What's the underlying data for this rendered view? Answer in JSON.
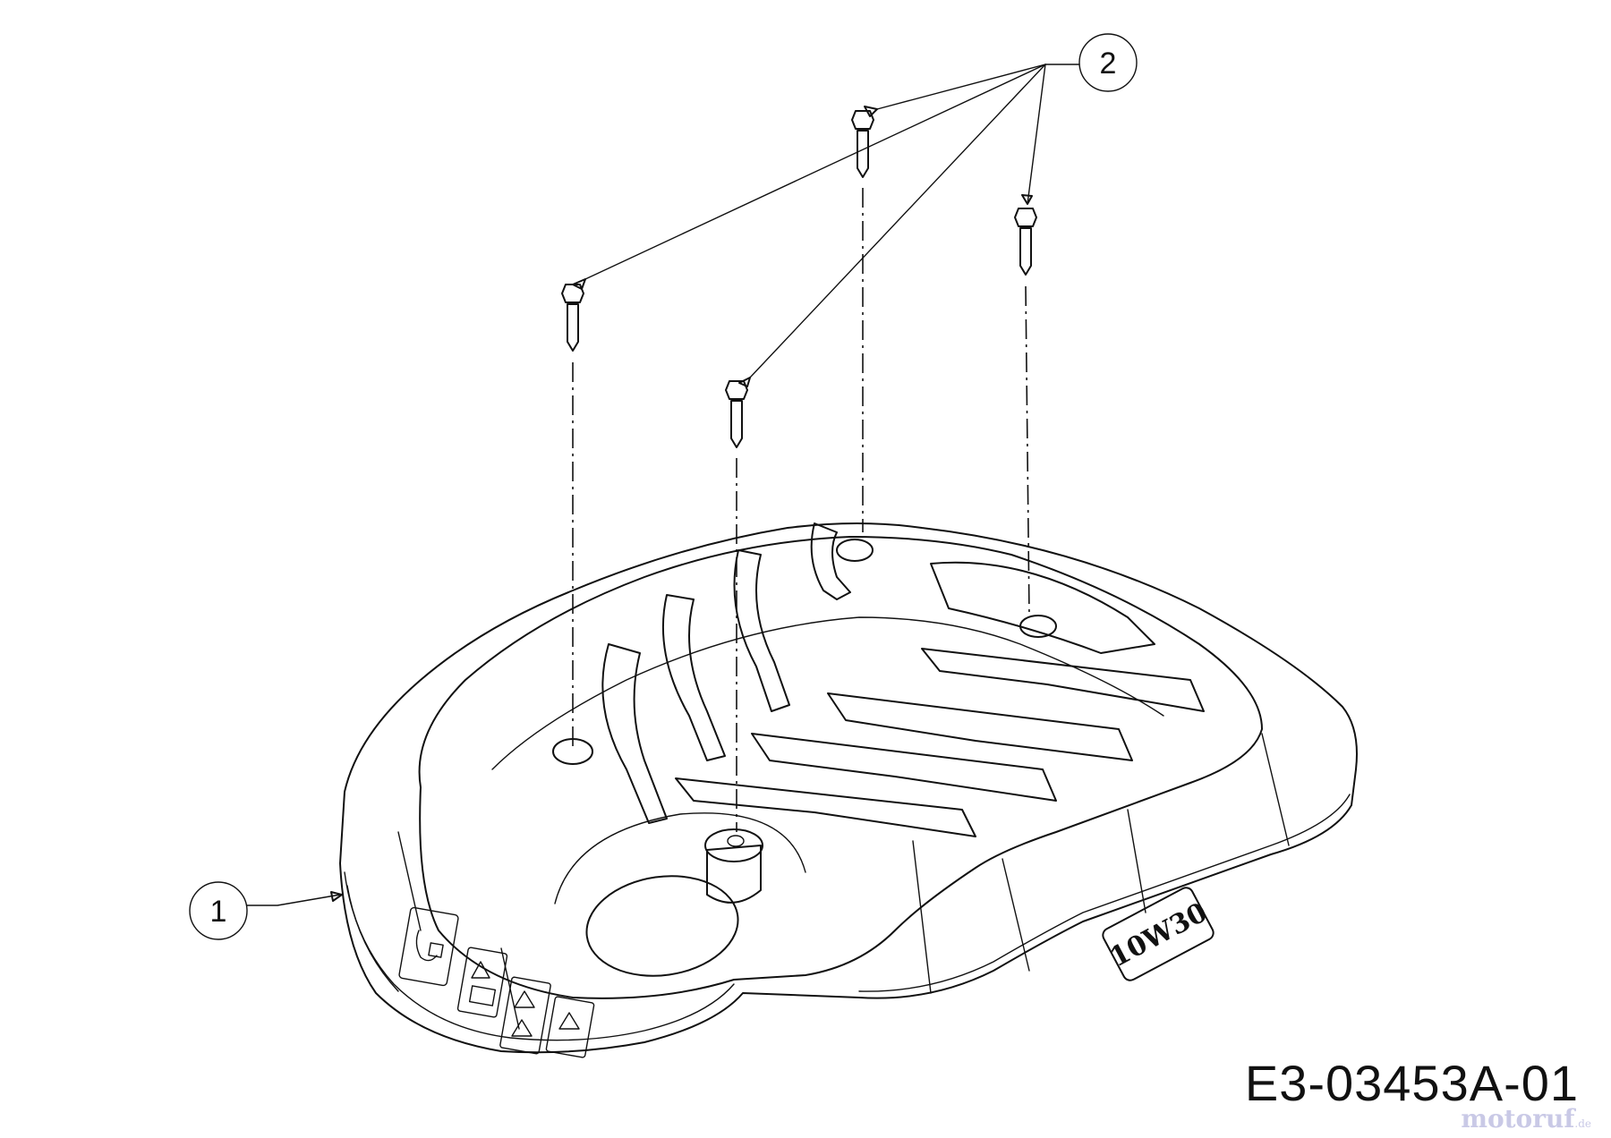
{
  "diagram": {
    "callouts": [
      {
        "number": "1",
        "part": "cover"
      },
      {
        "number": "2",
        "part": "screws"
      }
    ],
    "cover_oil_label": "10W30",
    "drawing_number": "E3-03453A-01",
    "watermark": {
      "main": "motoruf",
      "suffix": ".de"
    },
    "icons": [
      "fuel-oil-icon",
      "warning-hot-surface-icon",
      "warning-fire-icon",
      "warning-explosion-icon",
      "warning-burn-icon"
    ]
  }
}
